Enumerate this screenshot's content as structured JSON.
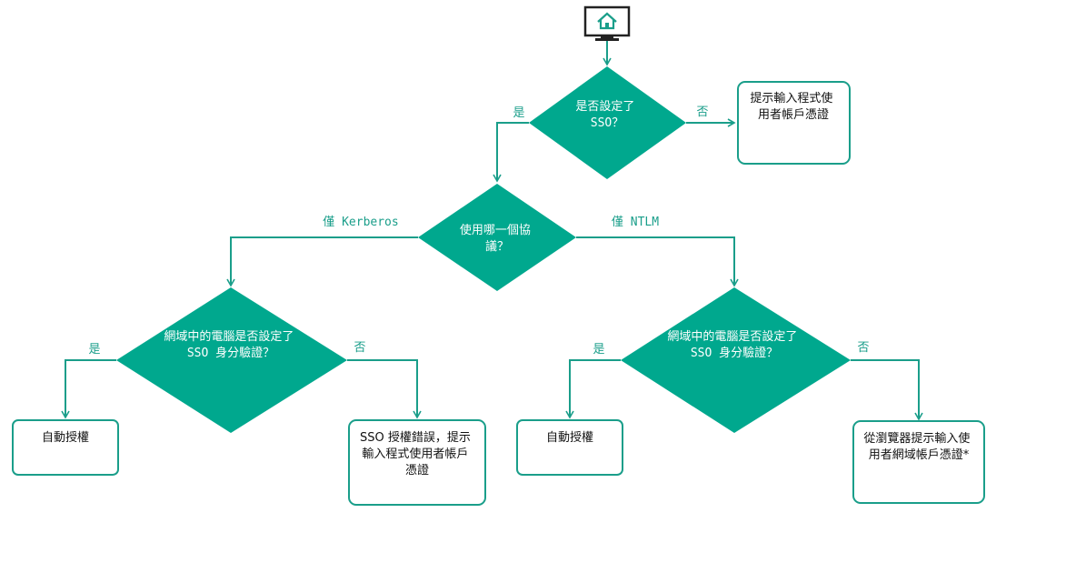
{
  "colors": {
    "accent": "#00a88e",
    "line": "#1a9e8a",
    "box_border": "#1a9e8a",
    "icon_frame": "#222222"
  },
  "icon": "computer-home-icon",
  "decisions": {
    "sso": [
      "是否設定了",
      "SSO？"
    ],
    "protocol": [
      "使用哪一個協",
      "議？"
    ],
    "left_sso_auth": [
      "網域中的電腦是否設定了",
      "SSO 身分驗證？"
    ],
    "right_sso_auth": [
      "網域中的電腦是否設定了",
      "SSO 身分驗證？"
    ]
  },
  "boxes": {
    "prompt_app_credentials": [
      "提示輸入程式使",
      "用者帳戶憑證"
    ],
    "left_auto_auth": [
      "自動授權"
    ],
    "sso_error": [
      "SSO 授權錯誤，提示",
      "輸入程式使用者帳戶",
      "憑證"
    ],
    "right_auto_auth": [
      "自動授權"
    ],
    "browser_prompt": [
      "從瀏覽器提示輸入使",
      "用者網域帳戶憑證*"
    ]
  },
  "labels": {
    "sso_yes": "是",
    "sso_no": "否",
    "kerberos": "僅 Kerberos",
    "ntlm": "僅 NTLM",
    "left_yes": "是",
    "left_no": "否",
    "right_yes": "是",
    "right_no": "否"
  }
}
